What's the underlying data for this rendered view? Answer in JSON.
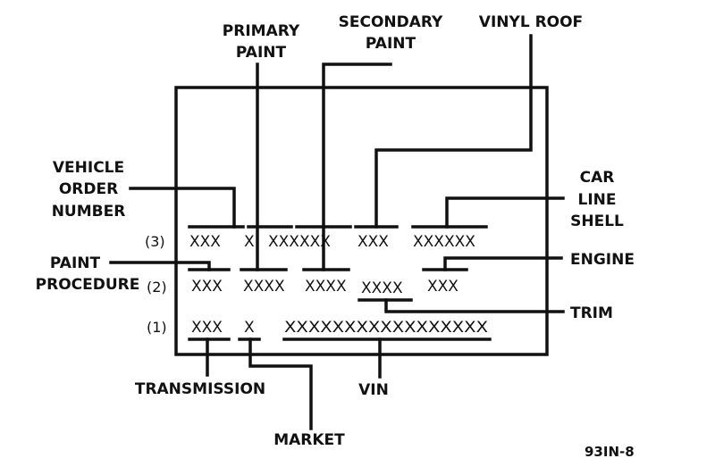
{
  "labels": {
    "primary_paint": [
      "PRIMARY",
      "PAINT"
    ],
    "secondary_paint": [
      "SECONDARY",
      "PAINT"
    ],
    "vinyl_roof": "VINYL ROOF",
    "vehicle_order_number": [
      "VEHICLE",
      "ORDER",
      "NUMBER"
    ],
    "car_line_shell": [
      "CAR",
      "LINE",
      "SHELL"
    ],
    "paint_procedure": [
      "PAINT",
      "PROCEDURE"
    ],
    "engine": "ENGINE",
    "trim": "TRIM",
    "transmission": "TRANSMISSION",
    "vin": "VIN",
    "market": "MARKET"
  },
  "rows": {
    "row3": {
      "number": "(3)",
      "fields": [
        "XXX",
        "X",
        "XXXXXX",
        "XXX",
        "XXXXXX"
      ]
    },
    "row2": {
      "number": "(2)",
      "fields": [
        "XXX",
        "XXXX",
        "XXXX",
        "XXXX",
        "XXX"
      ]
    },
    "row1": {
      "number": "(1)",
      "fields": [
        "XXX",
        "X",
        "XXXXXXXXXXXXXXXXX"
      ]
    }
  },
  "figure_id": "93IN-8"
}
